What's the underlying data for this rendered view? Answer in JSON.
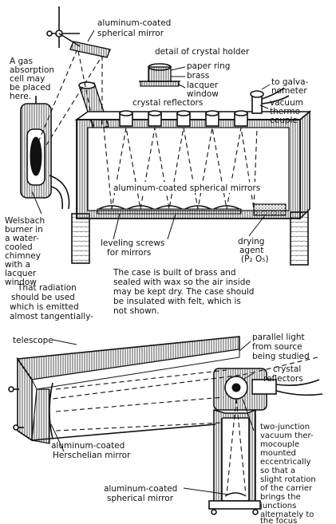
{
  "top_diagram": {
    "labels": {
      "mirror_top": [
        "aluminum-coated",
        "spherical mirror"
      ],
      "gas_cell": [
        "A gas",
        "absorption",
        "cell may",
        "be placed",
        "here."
      ],
      "detail_title": "detail of crystal holder",
      "paper_ring": "paper ring",
      "brass": "brass",
      "lacquer": [
        "lacquer",
        "window"
      ],
      "galvanometer": [
        "to galva-",
        "nometer"
      ],
      "crystal_reflectors": "crystal reflectors",
      "thermocouple": [
        "vacuum",
        "thermo-",
        "couple"
      ],
      "mirrors_row": "aluminum-coated spherical mirrors",
      "burner": [
        "Welsbach",
        "burner in",
        "a water-",
        "cooled",
        "chimney",
        "with a",
        "lacquer",
        "window"
      ],
      "leveling": [
        "leveling screws",
        "for mirrors"
      ],
      "drying": [
        "drying",
        "agent",
        "(P₂ O₅)"
      ]
    },
    "notes": {
      "radiation": [
        "That radiation",
        "should be used",
        "which is emitted",
        "almost tangentially-"
      ],
      "case": [
        "The case is built of brass and",
        "sealed with wax so the air inside",
        "may be kept dry. The case should",
        "be insulated with felt, which is",
        "not shown."
      ]
    }
  },
  "bottom_diagram": {
    "labels": {
      "telescope": "telescope",
      "parallel_light": [
        "parallel light",
        "from source",
        "being studied"
      ],
      "crystal_reflectors": [
        "crystal",
        "reflectors"
      ],
      "herschelian": [
        "aluminum-coated",
        "Herschelian mirror"
      ],
      "thermocouple": [
        "two-junction",
        "vacuum ther-",
        "mocouple",
        "mounted",
        "eccentrically",
        "so that a",
        "slight rotation",
        "of the carrier",
        "brings the",
        "junctions",
        "alternately to",
        "the focus"
      ],
      "spherical": [
        "aluminum-coated",
        "spherical mirror"
      ]
    }
  }
}
